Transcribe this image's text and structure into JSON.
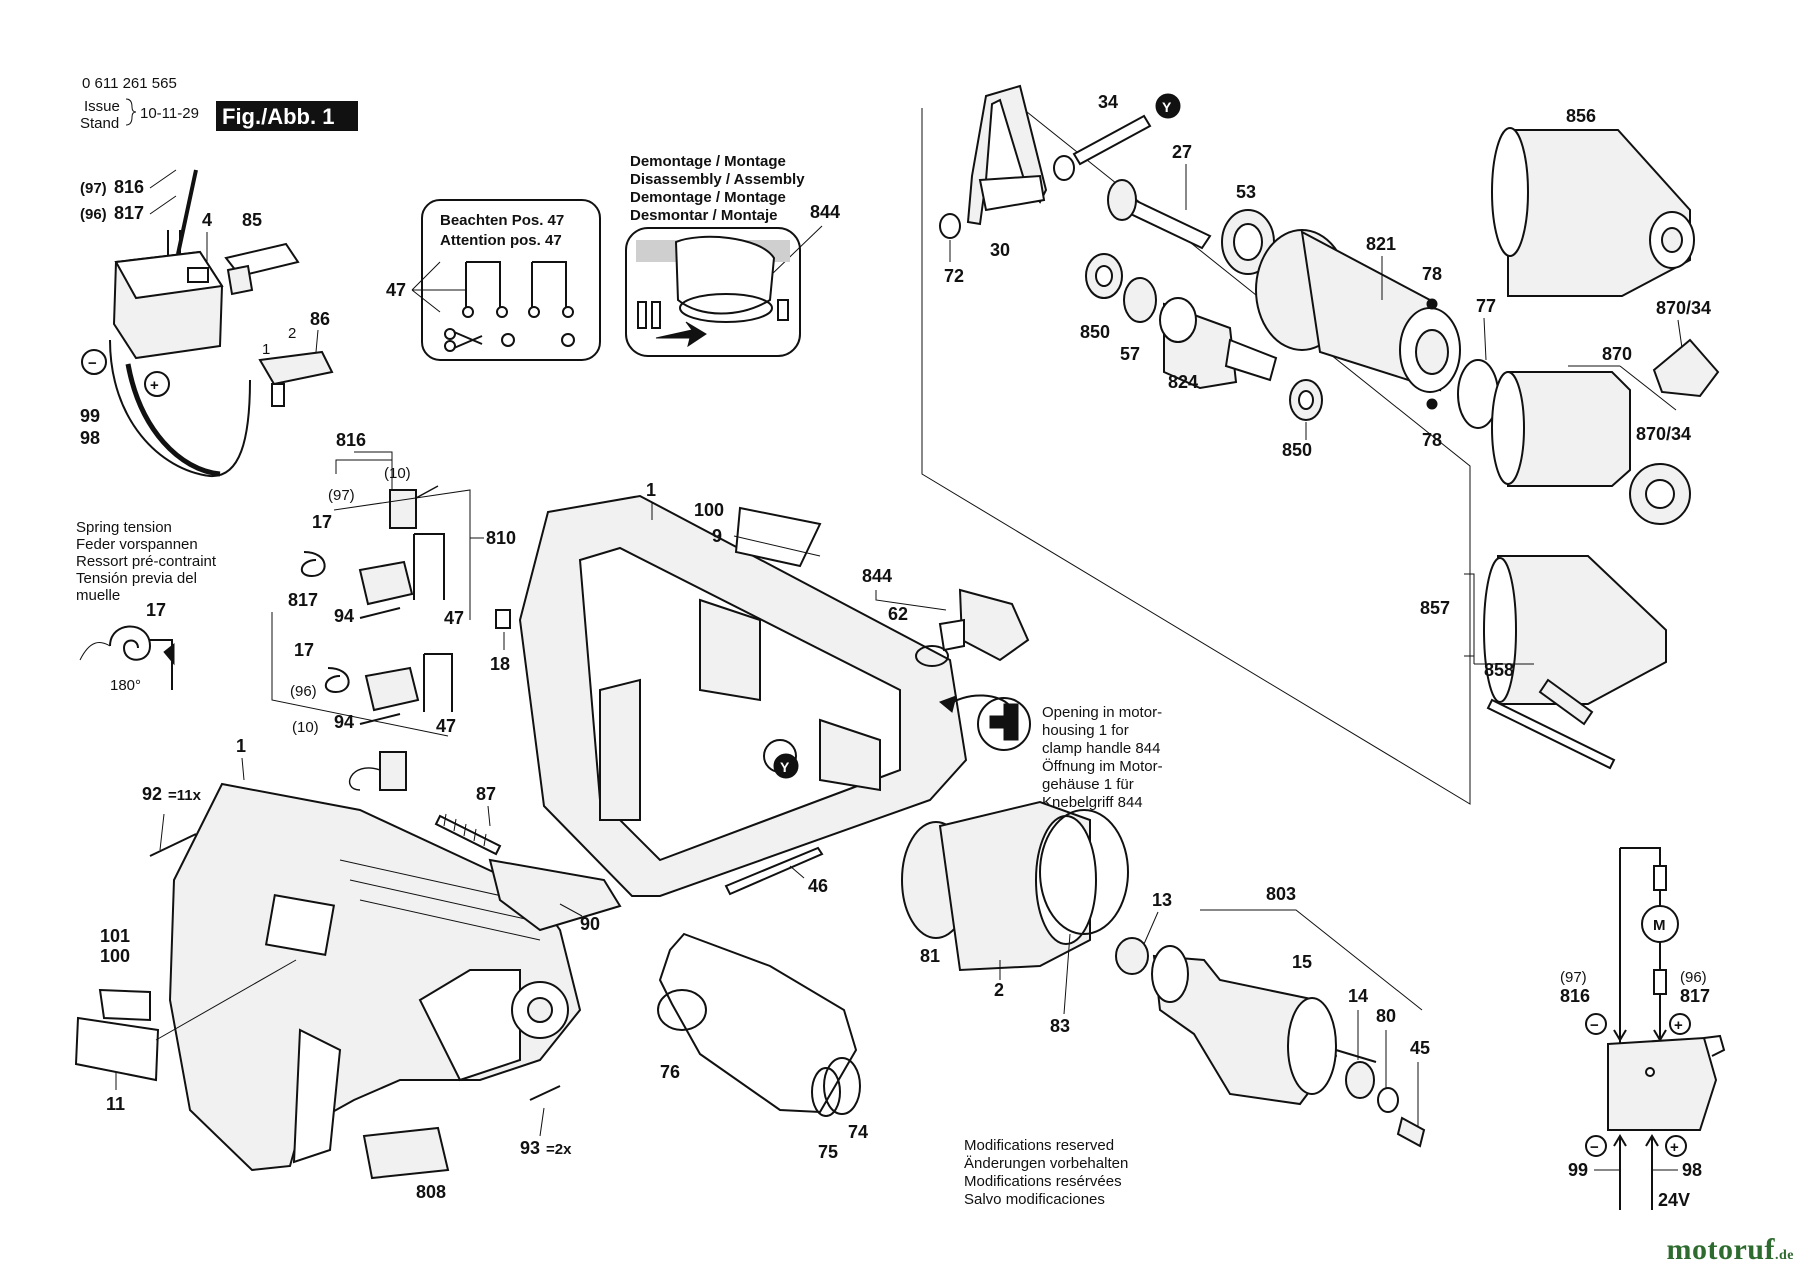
{
  "header": {
    "part_number": "0 611 261 565",
    "issue_label": "Issue",
    "stand_label": "Stand",
    "issue_date": "10-11-29",
    "figure_badge": "Fig./Abb. 1"
  },
  "notes": {
    "beachten_line1": "Beachten Pos. 47",
    "beachten_line2": "Attention pos. 47",
    "demontage_line1": "Demontage / Montage",
    "demontage_line2": "Disassembly / Assembly",
    "demontage_line3": "Demontage / Montage",
    "demontage_line4": "Desmontar / Montaje",
    "spring_line1": "Spring tension",
    "spring_line2": "Feder vorspannen",
    "spring_line3": "Ressort pré-contraint",
    "spring_line4": "Tensión previa del",
    "spring_line5": "muelle",
    "spring_angle": "180°",
    "opening_line1": "Opening in motor-",
    "opening_line2": "housing 1 for",
    "opening_line3": "clamp handle 844",
    "opening_line4": "Öffnung im Motor-",
    "opening_line5": "gehäuse 1 für",
    "opening_line6": "Knebelgriff 844",
    "mod_line1": "Modifications reserved",
    "mod_line2": "Änderungen vorbehalten",
    "mod_line3": "Modifications resérvées",
    "mod_line4": "Salvo modificaciones"
  },
  "parts": {
    "p816": "816",
    "p817": "817",
    "p97": "(97)",
    "p96": "(96)",
    "p4": "4",
    "p85": "85",
    "p86": "86",
    "p99": "99",
    "p98": "98",
    "p47a": "47",
    "p844a": "844",
    "p34": "34",
    "p27": "27",
    "p53": "53",
    "p72": "72",
    "p30": "30",
    "p850a": "850",
    "p57": "57",
    "p824": "824",
    "p850b": "850",
    "p821": "821",
    "p78a": "78",
    "p78b": "78",
    "p77": "77",
    "p856": "856",
    "p870_34a": "870/34",
    "p870": "870",
    "p870_34b": "870/34",
    "p816b": "816",
    "p97b": "(97)",
    "p10a": "(10)",
    "p17a": "17",
    "p810": "810",
    "p94a": "94",
    "p47b": "47",
    "p817b": "817",
    "p17b": "17",
    "p96b": "(96)",
    "p94b": "94",
    "p47c": "47",
    "p10b": "(10)",
    "p17c": "17",
    "p1a": "1",
    "p100a": "100",
    "p9": "9",
    "p18": "18",
    "p844b": "844",
    "p62": "62",
    "p857": "857",
    "p858": "858",
    "p1b": "1",
    "p92": "92",
    "p92_qty": "=11x",
    "p101": "101",
    "p100b": "100",
    "p11": "11",
    "p87": "87",
    "p90": "90",
    "p46": "46",
    "p13": "13",
    "p803": "803",
    "p15": "15",
    "p81": "81",
    "p2": "2",
    "p83": "83",
    "p14": "14",
    "p80": "80",
    "p45": "45",
    "p76": "76",
    "p75": "75",
    "p74": "74",
    "p93": "93",
    "p93_qty": "=2x",
    "p808": "808",
    "p97c": "(97)",
    "p816c": "816",
    "p96c": "(96)",
    "p817c": "817",
    "p99b": "99",
    "p98b": "98",
    "volt": "24V",
    "motor_symbol": "M",
    "marker_y": "Y",
    "wire1": "1",
    "wire2": "2",
    "minus": "−",
    "plus": "+"
  },
  "watermark": {
    "brand": "motoruf",
    "tld": ".de"
  },
  "icons": [
    "scissors-icon",
    "arrow-icon",
    "plus-icon",
    "minus-icon",
    "motor-icon"
  ]
}
